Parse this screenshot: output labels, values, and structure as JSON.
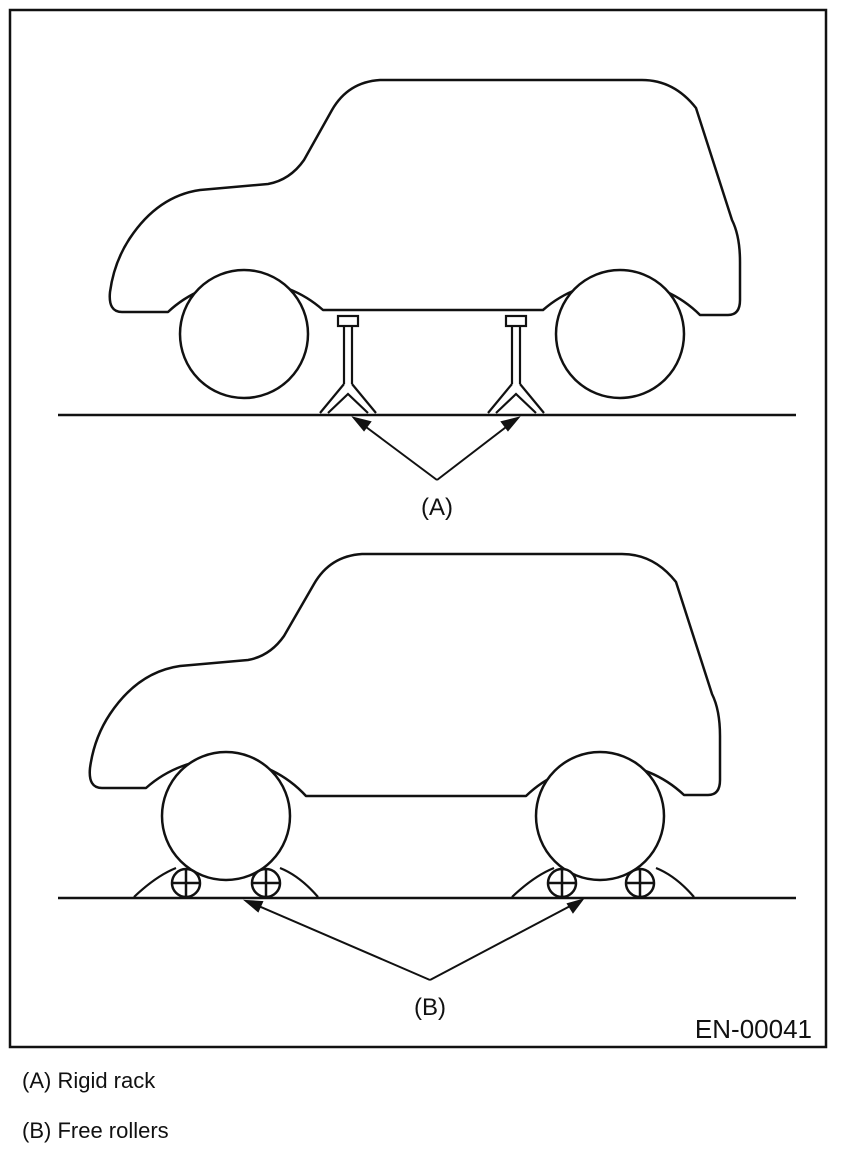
{
  "figure": {
    "callout_a": "(A)",
    "callout_b": "(B)",
    "figure_code": "EN-00041"
  },
  "legend": {
    "item_a": "(A) Rigid rack",
    "item_b": "(B) Free rollers"
  },
  "colors": {
    "line": "#111111",
    "background": "#ffffff"
  }
}
